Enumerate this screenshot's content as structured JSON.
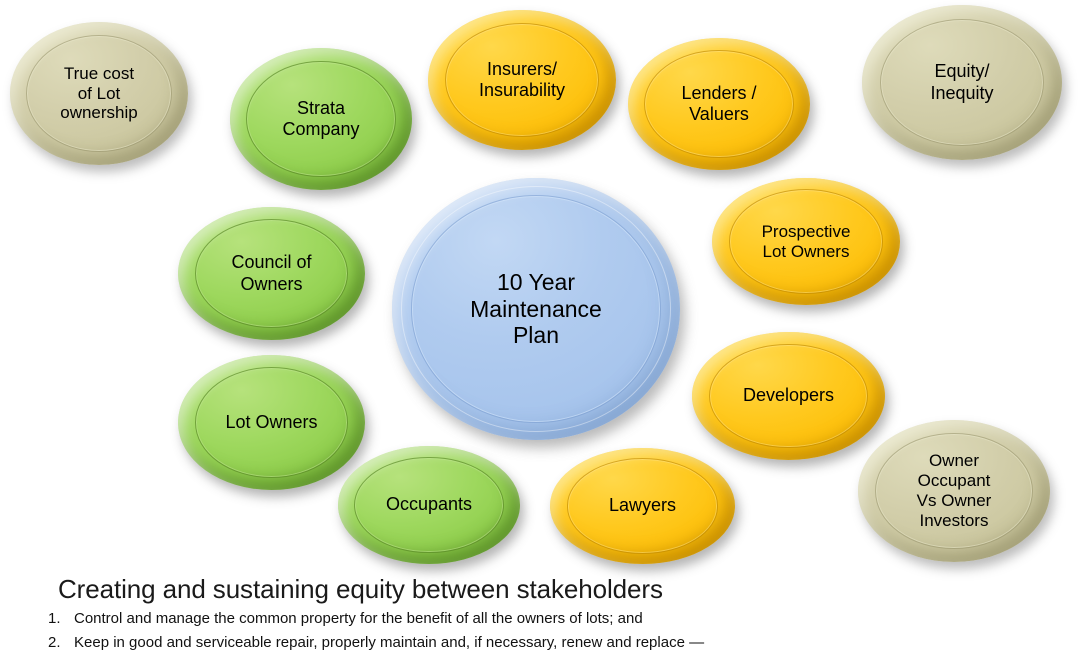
{
  "diagram": {
    "type": "radial-stakeholder-map",
    "background_color": "#FFFFFF",
    "palette": {
      "green": "#92D050",
      "gold": "#FFC000",
      "tan": "#C9C59C",
      "blue": "#A6C4EC",
      "text": "#000000"
    },
    "hub": {
      "label": "10 Year\nMaintenance\nPlan",
      "color": "#A6C4EC",
      "shape": "circle"
    },
    "nodes": [
      {
        "id": "true-cost-of-lot-ownership",
        "label": "True cost\nof Lot\nownership",
        "group": "tan",
        "color": "#C9C59C"
      },
      {
        "id": "strata-company",
        "label": "Strata\nCompany",
        "group": "green",
        "color": "#92D050"
      },
      {
        "id": "insurers-insurability",
        "label": "Insurers/\nInsurability",
        "group": "gold",
        "color": "#FFC000"
      },
      {
        "id": "lenders-valuers",
        "label": "Lenders /\nValuers",
        "group": "gold",
        "color": "#FFC000"
      },
      {
        "id": "equity-inequity",
        "label": "Equity/\nInequity",
        "group": "tan",
        "color": "#C9C59C"
      },
      {
        "id": "council-of-owners",
        "label": "Council of\nOwners",
        "group": "green",
        "color": "#92D050"
      },
      {
        "id": "prospective-lot-owners",
        "label": "Prospective\nLot Owners",
        "group": "gold",
        "color": "#FFC000"
      },
      {
        "id": "lot-owners",
        "label": "Lot Owners",
        "group": "green",
        "color": "#92D050"
      },
      {
        "id": "developers",
        "label": "Developers",
        "group": "gold",
        "color": "#FFC000"
      },
      {
        "id": "occupants",
        "label": "Occupants",
        "group": "green",
        "color": "#92D050"
      },
      {
        "id": "lawyers",
        "label": "Lawyers",
        "group": "gold",
        "color": "#FFC000"
      },
      {
        "id": "owner-occupant-vs-owner-investors",
        "label": "Owner\nOccupant\nVs Owner\nInvestors",
        "group": "tan",
        "color": "#C9C59C"
      }
    ]
  },
  "footer": {
    "heading": "Creating and sustaining equity between stakeholders",
    "list": [
      {
        "number": "1.",
        "text": "Control and manage the common property for the benefit of all the owners of lots; and"
      },
      {
        "number": "2.",
        "text": "Keep in good and serviceable repair, properly maintain and, if necessary, renew and replace —"
      }
    ]
  }
}
